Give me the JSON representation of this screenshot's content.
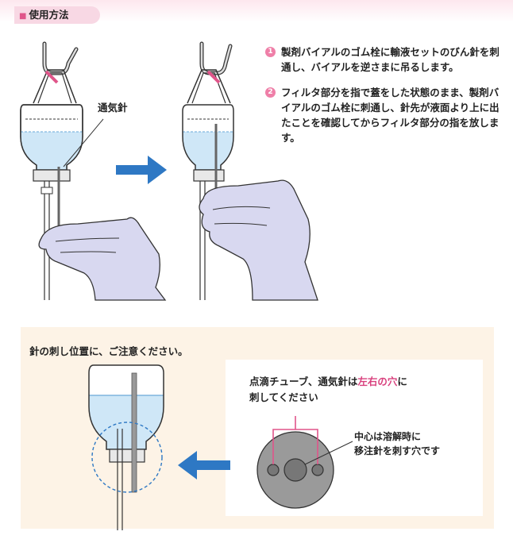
{
  "header": {
    "section_title": "使用方法"
  },
  "figure1": {
    "vent_needle_label": "通気針"
  },
  "steps": [
    {
      "num": "1",
      "text": "製剤バイアルのゴム栓に輸液セットのびん針を刺通し、バイアルを逆さまに吊るします。"
    },
    {
      "num": "2",
      "text": "フィルタ部分を指で蓋をした状態のまま、製剤バイアルのゴム栓に刺通し、針先が液面より上に出たことを確認してからフィルタ部分の指を放します。"
    }
  ],
  "caution": {
    "title": "針の刺し位置に、ご注意ください。",
    "instruction_before": "点滴チューブ、通気針は",
    "instruction_highlight": "左右の穴",
    "instruction_after": "に",
    "instruction_line2": "刺してください",
    "center_note_line1": "中心は溶解時に",
    "center_note_line2": "移注針を刺す穴です"
  },
  "colors": {
    "accent_pink": "#ef7fa8",
    "highlight_pink": "#d9417e",
    "arrow_blue": "#2e78c4",
    "liquid_blue": "#cfe7f7",
    "glove_purple": "#d8d8f0",
    "caution_bg": "#fdf3e6"
  }
}
